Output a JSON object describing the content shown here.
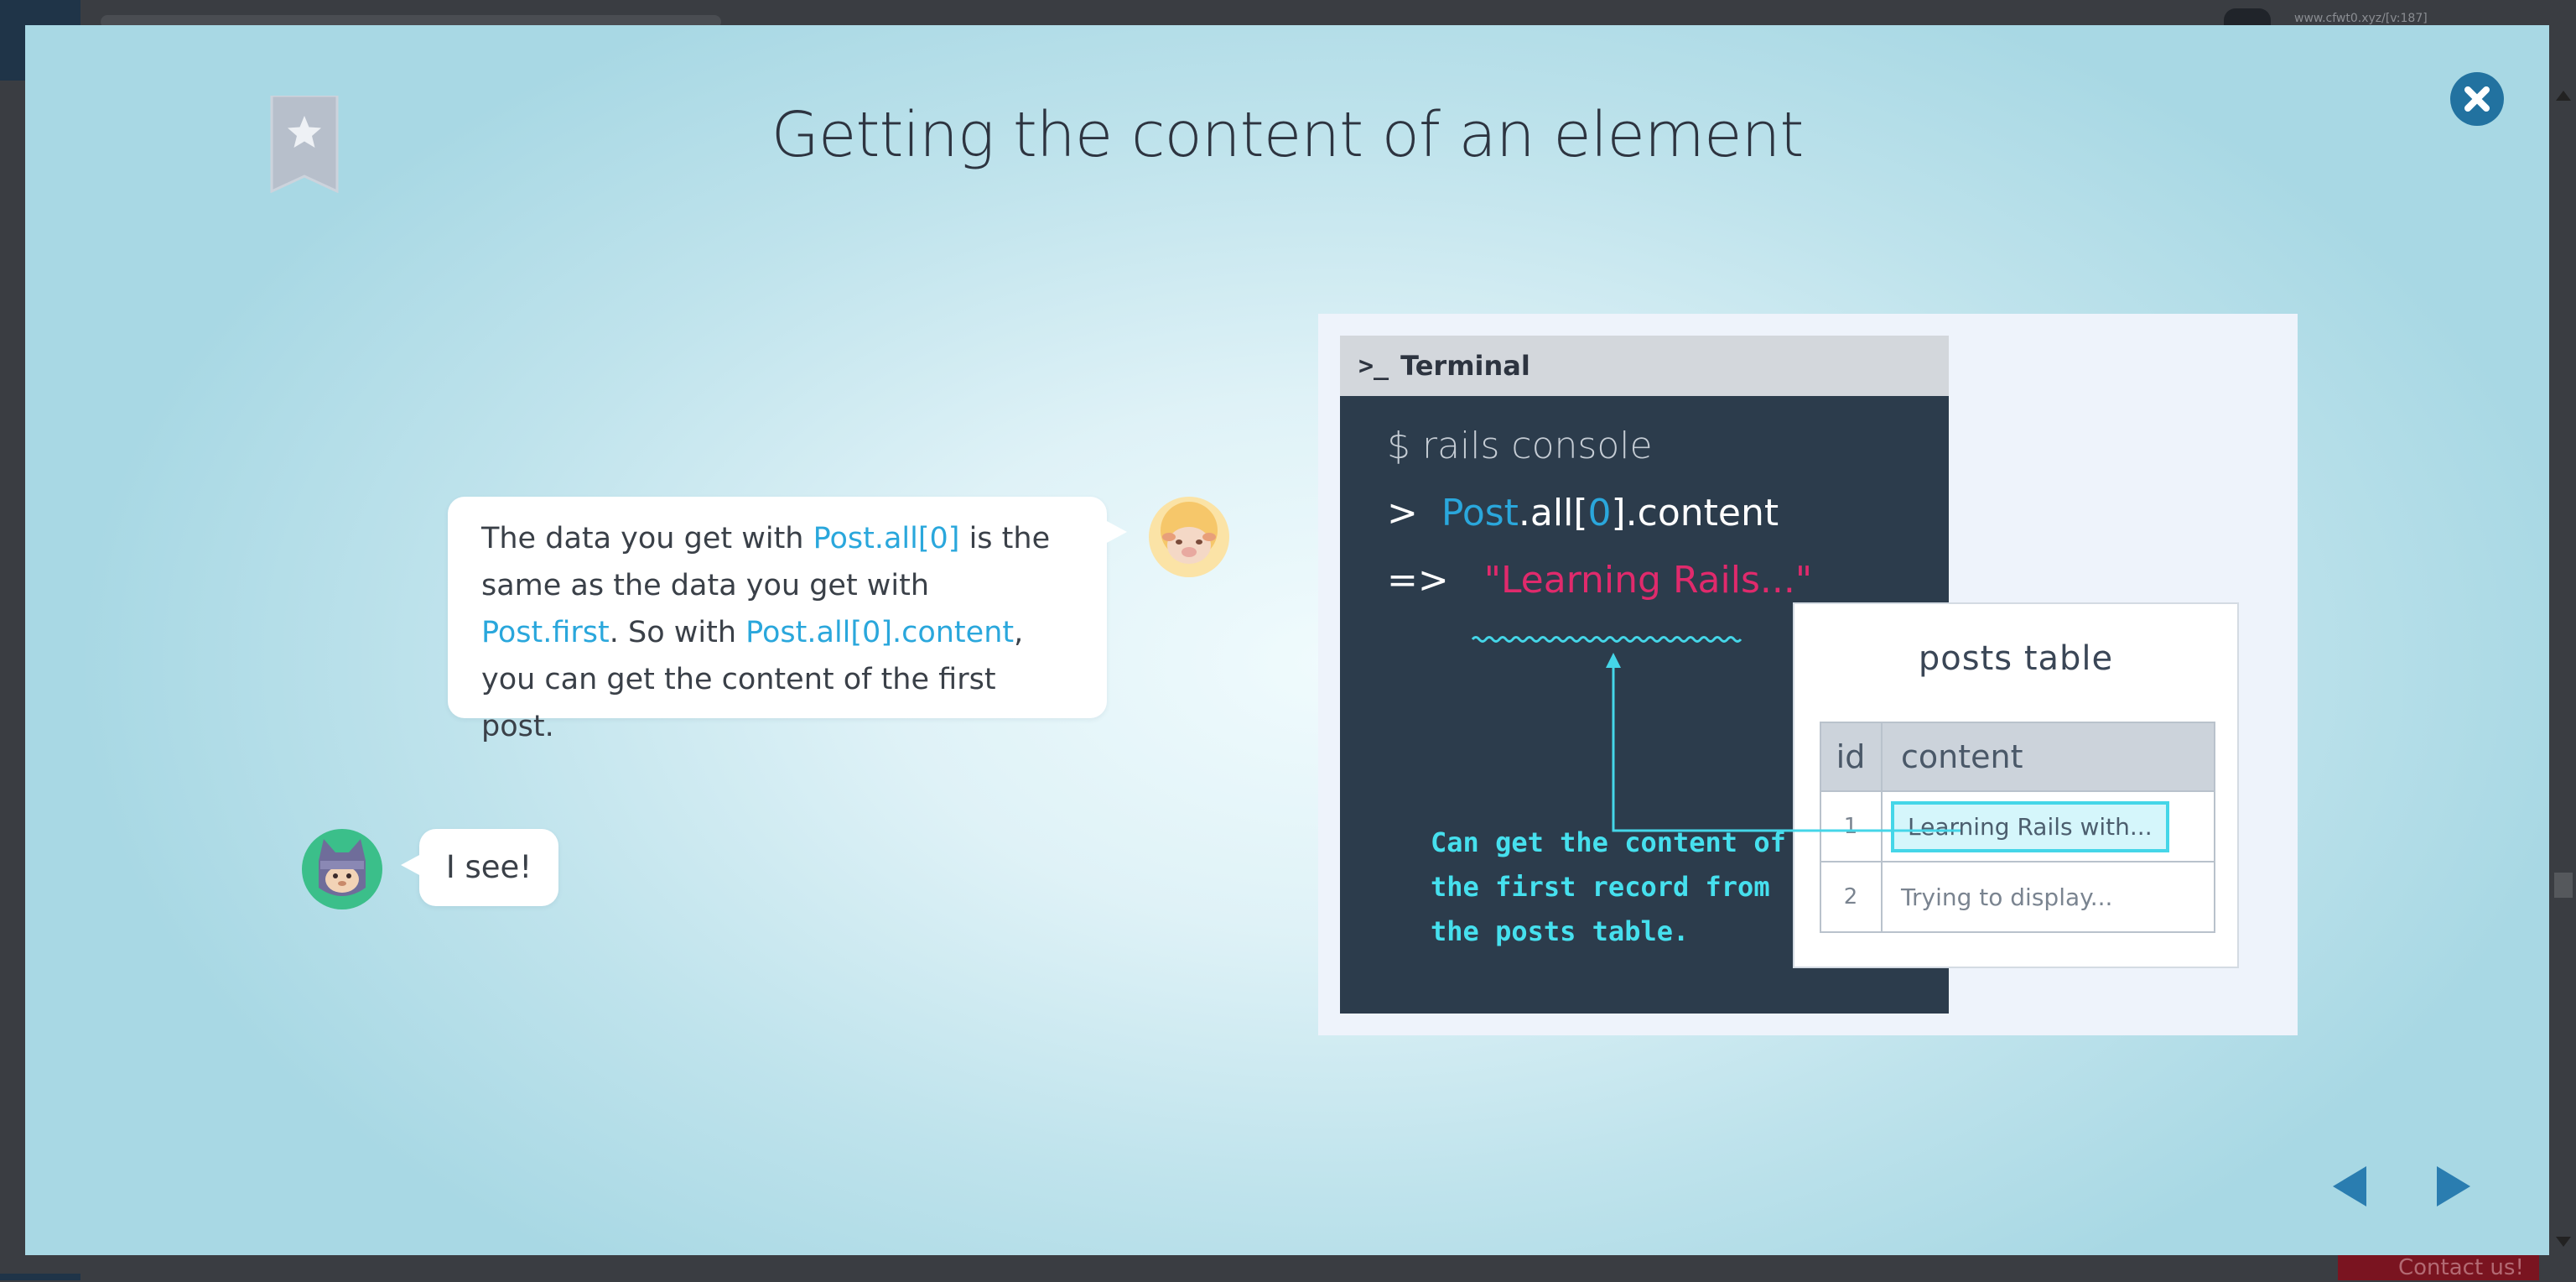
{
  "background": {
    "url_text": "www.cfwt0.xyz/[v:187]",
    "contact_label": "Contact us!"
  },
  "slide": {
    "title": "Getting the content of an element",
    "dialog": {
      "main_parts": [
        "The data you get with ",
        "Post.all[0]",
        " is the same as the data you get with ",
        "Post.first",
        ". So with ",
        "Post.all[0].content",
        ", you can get the content of the first post."
      ],
      "reply": "I see!"
    },
    "terminal": {
      "header": "Terminal",
      "line1": "$ rails console",
      "line2_prompt": ">",
      "line2_obj": "Post",
      "line2_mid": ".all[",
      "line2_idx": "0",
      "line2_end": "].content",
      "line3_prompt": "=>",
      "line3_result": "\"Learning Rails...\"",
      "note": "Can get the content of the first record from the posts table."
    },
    "posts_table": {
      "title": "posts table",
      "columns": [
        "id",
        "content"
      ],
      "rows": [
        {
          "id": "1",
          "content": "Learning Rails with..."
        },
        {
          "id": "2",
          "content": "Trying to display..."
        }
      ]
    }
  },
  "colors": {
    "code_blue": "#2aa7dc",
    "result_pink": "#e02a6c",
    "note_cyan": "#46e0ee",
    "nav_blue": "#2a7db0"
  },
  "icons": [
    "bookmark-star-icon",
    "close-icon",
    "sheep-avatar-icon",
    "ninja-avatar-icon",
    "terminal-prompt-icon",
    "prev-arrow-icon",
    "next-arrow-icon"
  ]
}
